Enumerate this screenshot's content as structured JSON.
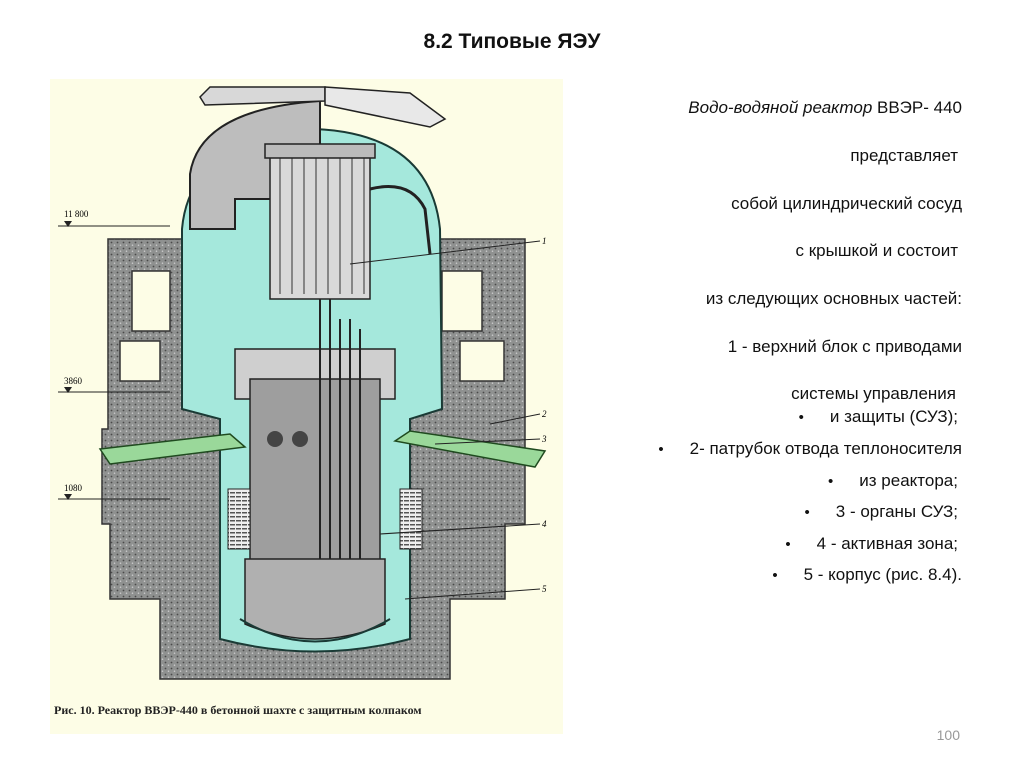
{
  "slide": {
    "title": "8.2 Типовые ЯЭУ",
    "page_number": "100"
  },
  "figure": {
    "caption": "Рис. 10.   Реактор ВВЭР-440 в бетонной шахте с защитным колпаком",
    "level_labels": [
      "11 800",
      "3860",
      "1080"
    ],
    "callouts": [
      "1",
      "2",
      "3",
      "4",
      "5"
    ],
    "colors": {
      "concrete": "#8f9190",
      "coolant": "#a5e8dc",
      "nozzle": "#9ad89a",
      "steel": "#cfcfcf",
      "paper": "#fdfde6"
    }
  },
  "body_text": {
    "intro_italic": "Водо-водяной реактор",
    "intro_rest": " ВВЭР- 440",
    "lines": [
      "представляет",
      "собой цилиндрический сосуд",
      "с крышкой и состоит",
      "из следующих основных частей:",
      "1 - верхний блок с приводами",
      "системы управления"
    ],
    "bullets": [
      "и защиты (СУЗ);",
      "2- патрубок отвода теплоносителя",
      "из реактора;",
      "3 - органы СУЗ;",
      "4 - активная зона;",
      "5 - корпус  (рис. 8.4)."
    ],
    "bullet_char": "•"
  }
}
